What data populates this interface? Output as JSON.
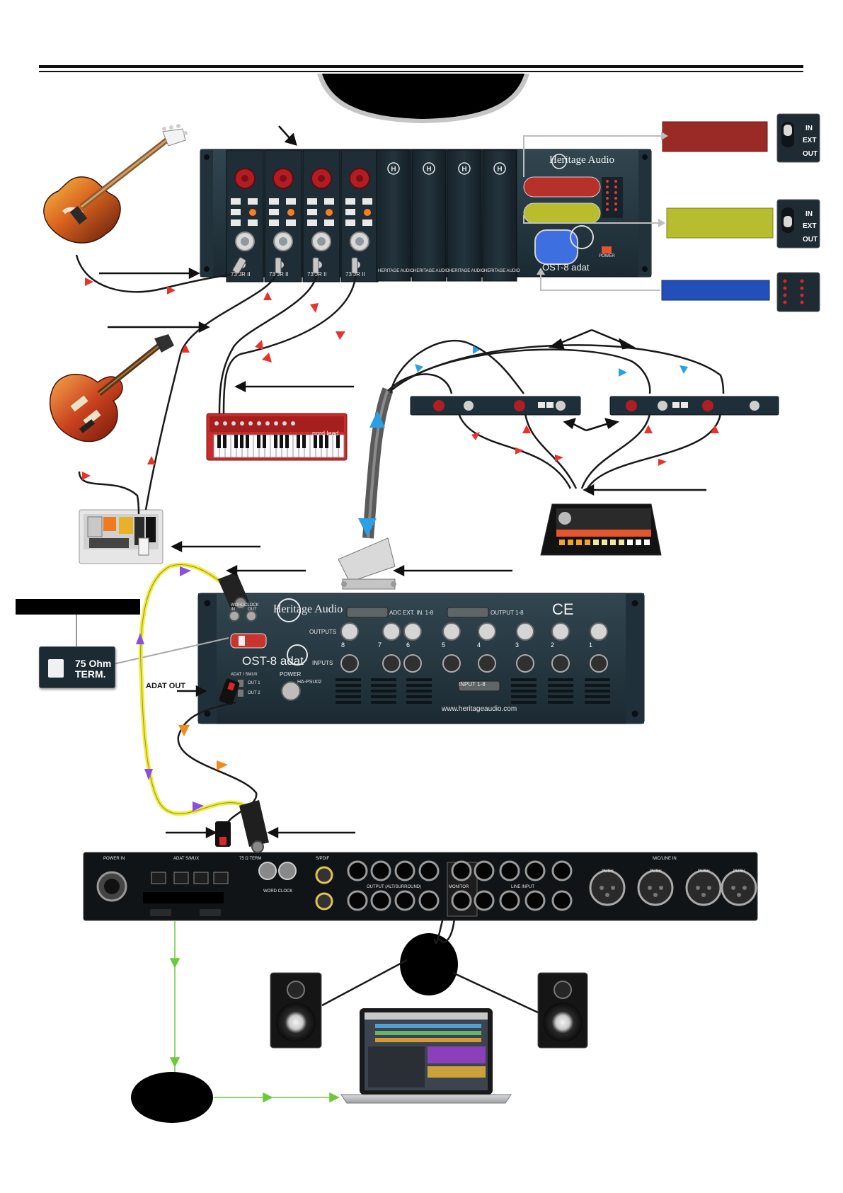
{
  "units": {
    "rack_brand": "Heritage Audio",
    "module_model": "73 JR II",
    "blank_panel_label": "HERITAGE AUDIO",
    "synth_label": "nord lead",
    "ost8_label": "OST-8 adat",
    "power_label": "POWER"
  },
  "labels": {
    "adat_out": "ADAT OUT",
    "term_line1": "75 Ohm",
    "term_line2": "TERM."
  },
  "switch_panels": {
    "top": [
      "IN",
      "EXT",
      "OUT"
    ],
    "middle": [
      "IN",
      "EXT",
      "OUT"
    ]
  },
  "ost8_back": {
    "brand": "Heritage Audio",
    "wordclock": "WORDCLOCK",
    "wc_in": "IN",
    "wc_out": "OUT",
    "adc_ext": "ADC EXT. IN. 1-8",
    "output_18": "OUTPUT 1-8",
    "outputs": "OUTPUTS",
    "inputs": "INPUTS",
    "input_18": "INPUT 1-8",
    "power": "POWER",
    "psu": "HA-PSU02",
    "adat_smux": "ADAT / SMUX",
    "out1": "OUT 1",
    "out2": "OUT 2",
    "url": "www.heritageaudio.com",
    "ce": "CE",
    "channels": [
      "8",
      "7",
      "6",
      "5",
      "4",
      "3",
      "2",
      "1"
    ]
  },
  "interface": {
    "power_in": "POWER IN",
    "adat_smux": "ADAT S/MUX",
    "wordclock": "WORD CLOCK",
    "term": "75 Ω TERM",
    "spdif": "S/PDIF",
    "monitor": "MONITOR",
    "line_input": "LINE INPUT",
    "output_alt": "OUTPUT (ALT/SURROUND)",
    "mic_line_in": "MIC/LINE IN",
    "push": "PUSH"
  },
  "colors": {
    "cable": "#1a1a1a",
    "arrow_red": "#e8332a",
    "arrow_blue": "#2aa0e6",
    "arrow_purple": "#8a4fe0",
    "arrow_orange": "#f08a1c",
    "arrow_green": "#6cc93a",
    "wordclock_cable": "#f0ec3a",
    "panel_red": "#9a2a25",
    "panel_olive": "#b6bd2e",
    "panel_blue": "#2350b8"
  }
}
